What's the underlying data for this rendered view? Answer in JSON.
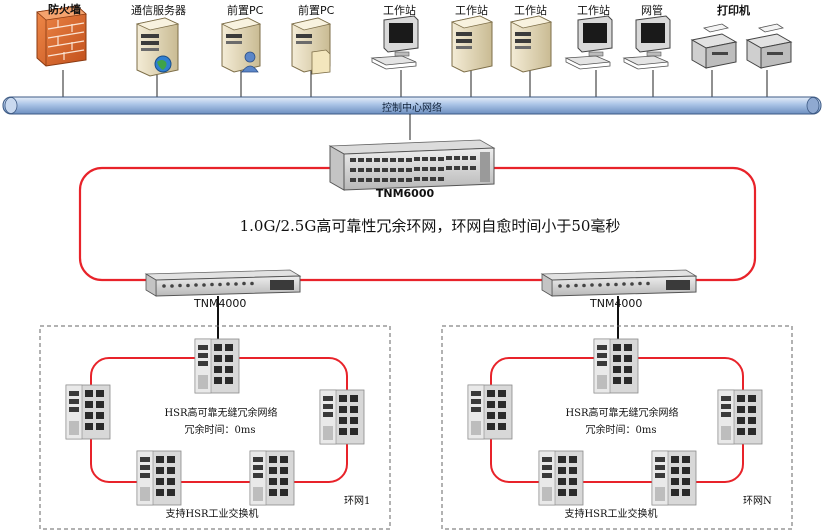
{
  "top_devices": [
    {
      "label": "防火墙",
      "icon": "firewall-icon"
    },
    {
      "label": "通信服务器",
      "icon": "comm-server-icon"
    },
    {
      "label": "前置PC",
      "icon": "front-pc-user-icon"
    },
    {
      "label": "前置PC",
      "icon": "front-pc-doc-icon"
    },
    {
      "label": "工作站",
      "icon": "workstation-monitor-icon"
    },
    {
      "label": "工作站",
      "icon": "workstation-tower-icon"
    },
    {
      "label": "工作站",
      "icon": "workstation-tower-icon"
    },
    {
      "label": "工作站",
      "icon": "workstation-monitor-icon"
    },
    {
      "label": "网管",
      "icon": "network-management-monitor-icon"
    },
    {
      "label": "打印机",
      "icon": "printer-icon"
    }
  ],
  "bus": {
    "label": "控制中心网络",
    "color": "#aac4e4"
  },
  "core_switch": {
    "label": "TNM6000"
  },
  "backbone": {
    "description": "1.0G/2.5G高可靠性冗余环网，环网自愈时间小于50毫秒",
    "ring_color": "#e8232a"
  },
  "rings": [
    {
      "switch_label": "TNM4000",
      "hsr_title": "HSR高可靠无缝冗余网络",
      "hsr_time": "冗余时间：0ms",
      "bottom_label": "支持HSR工业交换机",
      "ring_name": "环网1"
    },
    {
      "switch_label": "TNM4000",
      "hsr_title": "HSR高可靠无缝冗余网络",
      "hsr_time": "冗余时间：0ms",
      "bottom_label": "支持HSR工业交换机",
      "ring_name": "环网N"
    }
  ]
}
